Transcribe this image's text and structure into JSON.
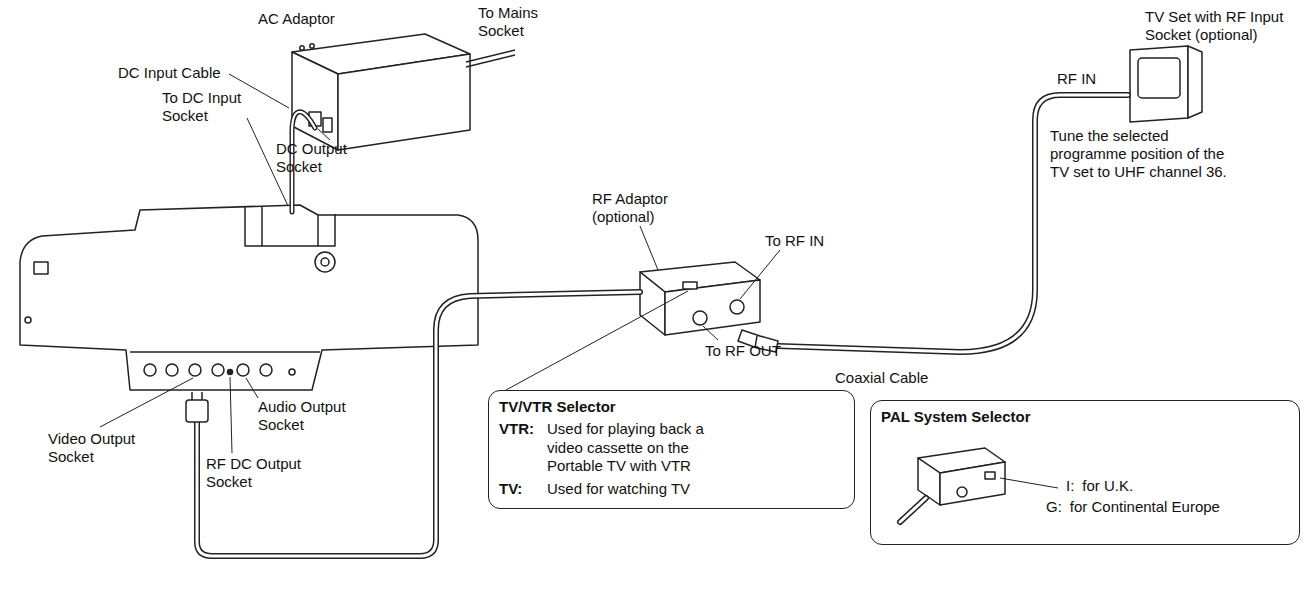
{
  "diagram": {
    "nodes": [
      {
        "text": [
          "TV/VTR Selector",
          "VTR:",
          "Used for playing back a video cassette on the Portable TV with VTR",
          "TV:",
          "Used for watching TV"
        ]
      },
      {
        "text": [
          "PAL System Selector",
          "I:",
          "for U.K.",
          "G:",
          "for Continental Europe"
        ]
      }
    ],
    "labels": [
      "AC Adaptor",
      "To Mains Socket",
      "DC Input Cable",
      "To DC Input Socket",
      "DC Output Socket",
      "Video Output Socket",
      "Audio Output Socket",
      "RF DC Output Socket",
      "RF Adaptor (optional)",
      "To RF IN",
      "To RF OUT",
      "Coaxial Cable",
      "TV Set with RF Input Socket (optional)",
      "RF IN",
      "Tune the selected programme position of the TV set to UHF channel 36."
    ]
  }
}
